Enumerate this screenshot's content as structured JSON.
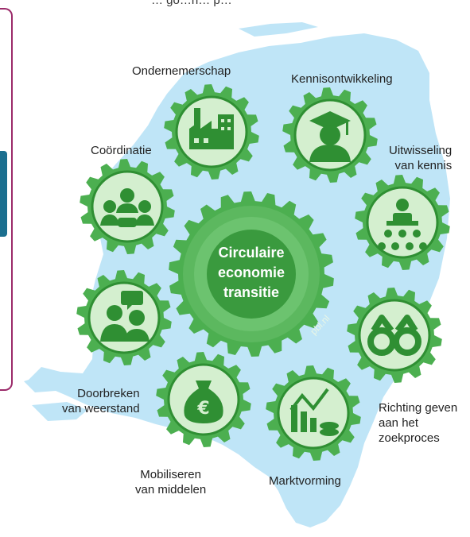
{
  "top_text": "… go…n… p…",
  "center": {
    "line1": "Circulaire",
    "line2": "economie",
    "line3": "transitie"
  },
  "watermark": "pbl.nl",
  "gears": [
    {
      "id": "ondernemerschap",
      "label1": "Ondernemerschap",
      "label2": "",
      "icon": "factory-icon"
    },
    {
      "id": "kennisontwikkeling",
      "label1": "Kennisontwikkeling",
      "label2": "",
      "icon": "graduate-icon"
    },
    {
      "id": "uitwisseling",
      "label1": "Uitwisseling",
      "label2": "van kennis",
      "icon": "presenter-icon"
    },
    {
      "id": "richting",
      "label1": "Richting geven",
      "label2": "aan het",
      "label3": "zoekproces",
      "icon": "binoculars-icon"
    },
    {
      "id": "marktvorming",
      "label1": "Marktvorming",
      "label2": "",
      "icon": "market-chart-icon"
    },
    {
      "id": "mobiliseren",
      "label1": "Mobiliseren",
      "label2": "van middelen",
      "icon": "money-bag-icon"
    },
    {
      "id": "doorbreken",
      "label1": "Doorbreken",
      "label2": "van weerstand",
      "icon": "speech-people-icon"
    },
    {
      "id": "coordinatie",
      "label1": "Coördinatie",
      "label2": "",
      "icon": "group-icon"
    }
  ],
  "colors": {
    "gear": "#4caf50",
    "gear_inner": "#d4efcf",
    "center_dark": "#3a9a3e",
    "map": "#bfe5f7",
    "icon": "#2f8f33",
    "border": "#9b2b6a",
    "tab": "#1b6f8f"
  }
}
